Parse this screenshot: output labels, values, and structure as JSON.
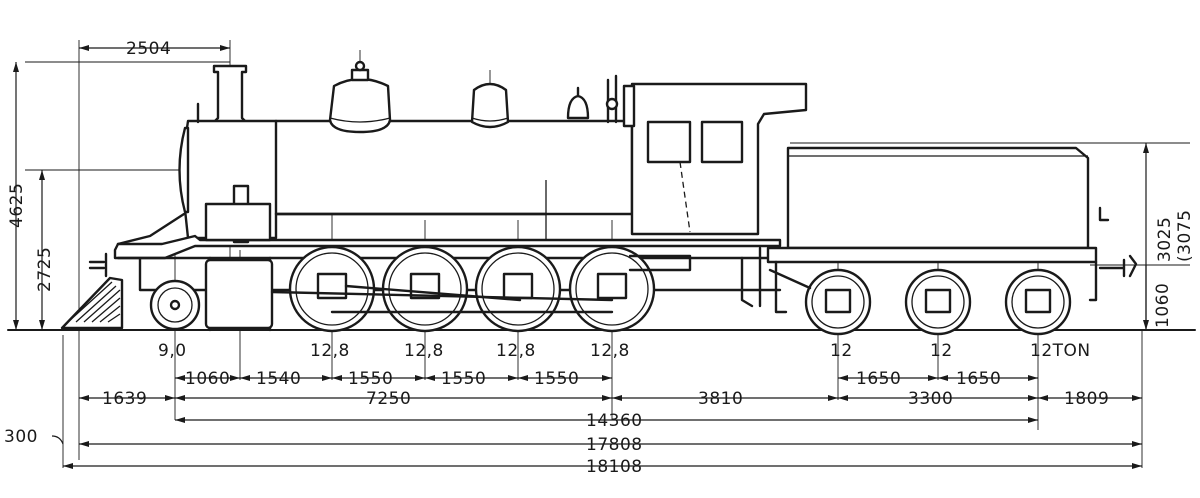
{
  "dims": {
    "d2504": "2504",
    "d4625": "4625",
    "d2725": "2725",
    "d3025": "3025",
    "d3075": "(3075",
    "d1060v": "1060",
    "d300": "300",
    "axle1": "9,0",
    "axle2": "12,8",
    "axle3": "12,8",
    "axle4": "12,8",
    "axle5": "12,8",
    "taxle1": "12",
    "taxle2": "12",
    "taxle3": "12TON",
    "s1060": "1060",
    "s1540": "1540",
    "s1550a": "1550",
    "s1550b": "1550",
    "s1550c": "1550",
    "s1650a": "1650",
    "s1650b": "1650",
    "d1639": "1639",
    "d7250": "7250",
    "d3810": "3810",
    "d3300": "3300",
    "d1809": "1809",
    "d14360": "14360",
    "d17808": "17808",
    "d18108": "18108"
  }
}
